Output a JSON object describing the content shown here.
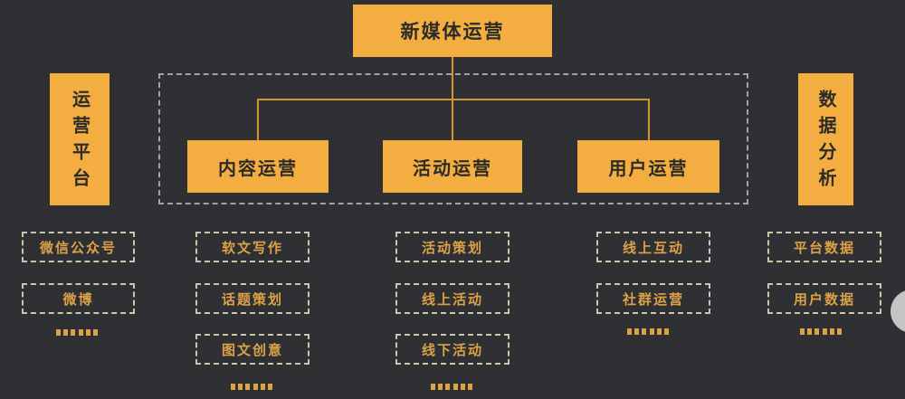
{
  "colors": {
    "background": "#2F3034",
    "node_fill": "#F3AD40",
    "node_text": "#2B2B28",
    "dashed_item_border": "#CEC5AE",
    "dashed_item_text": "#DDA246",
    "container_border": "#A3A3A3",
    "connector": "#D1962E"
  },
  "root": {
    "label": "新媒体运营"
  },
  "side_left": {
    "label": "运营平台"
  },
  "side_right": {
    "label": "数据分析"
  },
  "branches": [
    {
      "label": "内容运营"
    },
    {
      "label": "活动运营"
    },
    {
      "label": "用户运营"
    }
  ],
  "columns": [
    {
      "id": "platforms",
      "items": [
        "微信公众号",
        "微博"
      ],
      "ellipsis": "......"
    },
    {
      "id": "content",
      "items": [
        "软文写作",
        "话题策划",
        "图文创意"
      ],
      "ellipsis": "......"
    },
    {
      "id": "activity",
      "items": [
        "活动策划",
        "线上活动",
        "线下活动"
      ],
      "ellipsis": "......"
    },
    {
      "id": "user",
      "items": [
        "线上互动",
        "社群运营"
      ],
      "ellipsis": "......"
    },
    {
      "id": "data",
      "items": [
        "平台数据",
        "用户数据"
      ],
      "ellipsis": "......"
    }
  ]
}
